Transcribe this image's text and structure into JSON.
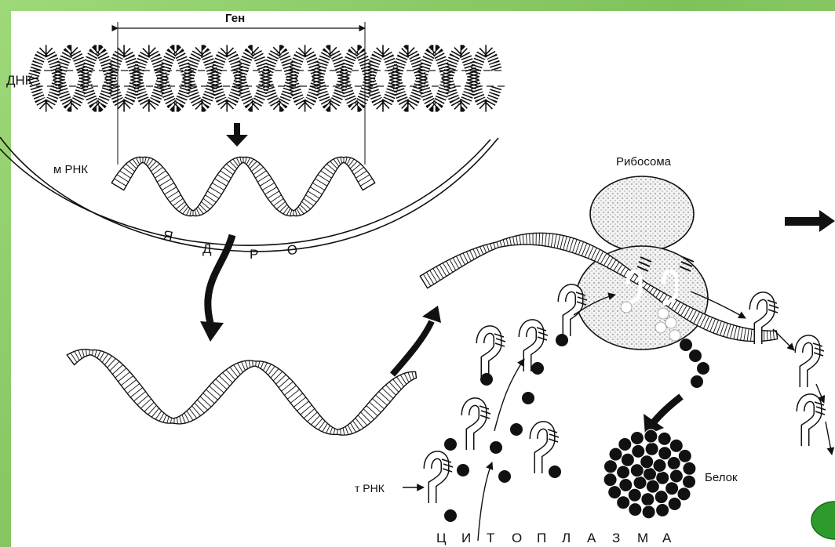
{
  "labels": {
    "gene": "Ген",
    "dna": "ДНК",
    "mrna": "м РНК",
    "nucleus": [
      "Я",
      "Д",
      "Р",
      "О"
    ],
    "ribosome": "Рибосома",
    "protein": "Белок",
    "trna": "т РНК",
    "cytoplasm": [
      "Ц",
      "И",
      "Т",
      "О",
      "П",
      "Л",
      "А",
      "З",
      "М",
      "А"
    ]
  },
  "colors": {
    "frame": "#8fcf6a",
    "ink": "#111111",
    "ribosome_fill": "#d8d8d8",
    "leaf": "#2e9a2e"
  },
  "icons": [
    "ribosome",
    "trna-molecule",
    "amino-acid",
    "protein-globule",
    "mrna-ribbon",
    "dna-helix"
  ]
}
